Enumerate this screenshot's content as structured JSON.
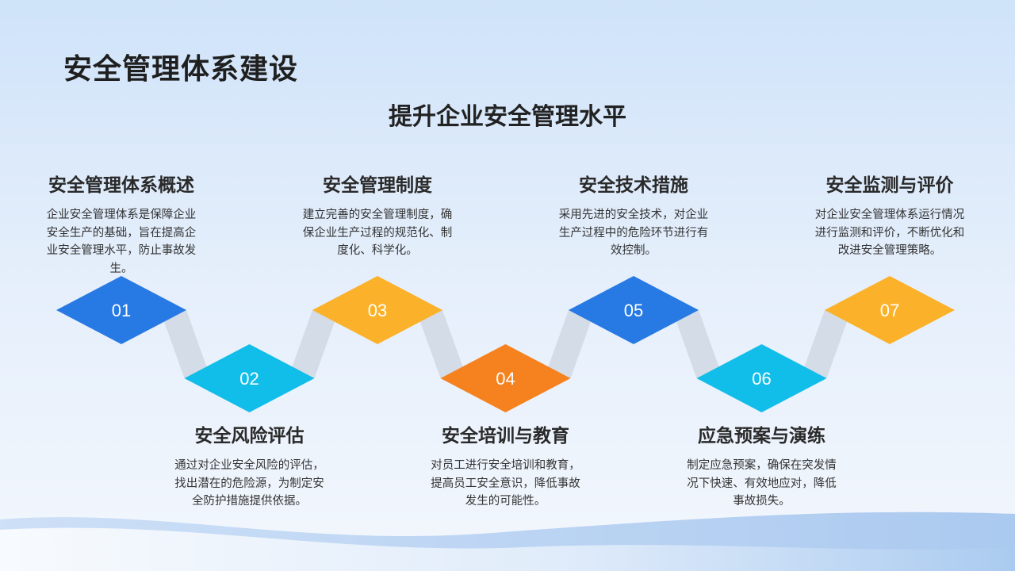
{
  "header": {
    "title": "安全管理体系建设",
    "subtitle": "提升企业安全管理水平"
  },
  "colors": {
    "blue": "#2779e3",
    "cyan": "#11bde9",
    "amber": "#fbb22a",
    "orange": "#f6821f",
    "connector": "#d4dce7"
  },
  "steps": [
    {
      "number": "01",
      "title": "安全管理体系概述",
      "desc": "企业安全管理体系是保障企业安全生产的基础，旨在提高企业安全管理水平，防止事故发生。",
      "color": "#2779e3"
    },
    {
      "number": "02",
      "title": "安全风险评估",
      "desc": "通过对企业安全风险的评估，找出潜在的危险源，为制定安全防护措施提供依据。",
      "color": "#11bde9"
    },
    {
      "number": "03",
      "title": "安全管理制度",
      "desc": "建立完善的安全管理制度，确保企业生产过程的规范化、制度化、科学化。",
      "color": "#fbb22a"
    },
    {
      "number": "04",
      "title": "安全培训与教育",
      "desc": "对员工进行安全培训和教育，提高员工安全意识，降低事故发生的可能性。",
      "color": "#f6821f"
    },
    {
      "number": "05",
      "title": "安全技术措施",
      "desc": "采用先进的安全技术，对企业生产过程中的危险环节进行有效控制。",
      "color": "#2779e3"
    },
    {
      "number": "06",
      "title": "应急预案与演练",
      "desc": "制定应急预案，确保在突发情况下快速、有效地应对，降低事故损失。",
      "color": "#11bde9"
    },
    {
      "number": "07",
      "title": "安全监测与评价",
      "desc": "对企业安全管理体系运行情况进行监测和评价，不断优化和改进安全管理策略。",
      "color": "#fbb22a"
    }
  ]
}
